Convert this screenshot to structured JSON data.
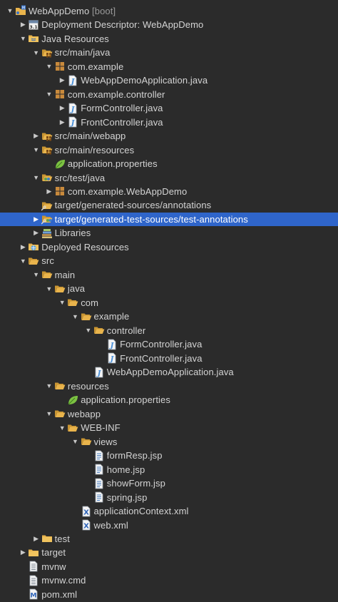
{
  "tree": [
    {
      "label": "WebAppDemo",
      "decoration": " [boot]",
      "icon": "project-icon",
      "depth": 0,
      "state": "expanded"
    },
    {
      "label": "Deployment Descriptor: WebAppDemo",
      "icon": "deployment-descriptor-icon",
      "depth": 1,
      "state": "collapsed"
    },
    {
      "label": "Java Resources",
      "icon": "java-resources-folder-icon",
      "depth": 1,
      "state": "expanded"
    },
    {
      "label": "src/main/java",
      "icon": "source-folder-icon",
      "depth": 2,
      "state": "expanded"
    },
    {
      "label": "com.example",
      "icon": "package-icon",
      "depth": 3,
      "state": "expanded"
    },
    {
      "label": "WebAppDemoApplication.java",
      "icon": "java-file-icon",
      "depth": 4,
      "state": "collapsed"
    },
    {
      "label": "com.example.controller",
      "icon": "package-icon",
      "depth": 3,
      "state": "expanded"
    },
    {
      "label": "FormController.java",
      "icon": "java-file-icon",
      "depth": 4,
      "state": "collapsed"
    },
    {
      "label": "FrontController.java",
      "icon": "java-file-icon",
      "depth": 4,
      "state": "collapsed"
    },
    {
      "label": "src/main/webapp",
      "icon": "source-folder-icon",
      "depth": 2,
      "state": "collapsed"
    },
    {
      "label": "src/main/resources",
      "icon": "source-folder-icon",
      "depth": 2,
      "state": "expanded"
    },
    {
      "label": "application.properties",
      "icon": "spring-properties-icon",
      "depth": 3,
      "state": "none"
    },
    {
      "label": "src/test/java",
      "icon": "test-source-folder-icon",
      "depth": 2,
      "state": "expanded"
    },
    {
      "label": "com.example.WebAppDemo",
      "icon": "package-icon",
      "depth": 3,
      "state": "collapsed"
    },
    {
      "label": "target/generated-sources/annotations",
      "icon": "generated-source-folder-icon",
      "depth": 2,
      "state": "none"
    },
    {
      "label": "target/generated-test-sources/test-annotations",
      "icon": "generated-test-source-folder-icon",
      "depth": 2,
      "state": "collapsed",
      "selected": true
    },
    {
      "label": "Libraries",
      "icon": "libraries-icon",
      "depth": 2,
      "state": "collapsed"
    },
    {
      "label": "Deployed Resources",
      "icon": "deployed-resources-icon",
      "depth": 1,
      "state": "collapsed"
    },
    {
      "label": "src",
      "icon": "folder-open-icon",
      "depth": 1,
      "state": "expanded"
    },
    {
      "label": "main",
      "icon": "folder-open-icon",
      "depth": 2,
      "state": "expanded"
    },
    {
      "label": "java",
      "icon": "folder-open-icon",
      "depth": 3,
      "state": "expanded"
    },
    {
      "label": "com",
      "icon": "folder-open-icon",
      "depth": 4,
      "state": "expanded"
    },
    {
      "label": "example",
      "icon": "folder-open-icon",
      "depth": 5,
      "state": "expanded"
    },
    {
      "label": "controller",
      "icon": "folder-open-icon",
      "depth": 6,
      "state": "expanded"
    },
    {
      "label": "FormController.java",
      "icon": "java-source-file-icon",
      "depth": 7,
      "state": "none"
    },
    {
      "label": "FrontController.java",
      "icon": "java-source-file-icon",
      "depth": 7,
      "state": "none"
    },
    {
      "label": "WebAppDemoApplication.java",
      "icon": "java-source-file-icon",
      "depth": 6,
      "state": "none"
    },
    {
      "label": "resources",
      "icon": "folder-open-icon",
      "depth": 3,
      "state": "expanded"
    },
    {
      "label": "application.properties",
      "icon": "spring-properties-icon",
      "depth": 4,
      "state": "none"
    },
    {
      "label": "webapp",
      "icon": "folder-open-icon",
      "depth": 3,
      "state": "expanded"
    },
    {
      "label": "WEB-INF",
      "icon": "folder-open-icon",
      "depth": 4,
      "state": "expanded"
    },
    {
      "label": "views",
      "icon": "folder-open-icon",
      "depth": 5,
      "state": "expanded"
    },
    {
      "label": "formResp.jsp",
      "icon": "jsp-file-icon",
      "depth": 6,
      "state": "none"
    },
    {
      "label": "home.jsp",
      "icon": "jsp-file-icon",
      "depth": 6,
      "state": "none"
    },
    {
      "label": "showForm.jsp",
      "icon": "jsp-file-icon",
      "depth": 6,
      "state": "none"
    },
    {
      "label": "spring.jsp",
      "icon": "jsp-file-icon",
      "depth": 6,
      "state": "none"
    },
    {
      "label": "applicationContext.xml",
      "icon": "xml-file-icon",
      "depth": 5,
      "state": "none"
    },
    {
      "label": "web.xml",
      "icon": "xml-file-icon",
      "depth": 5,
      "state": "none"
    },
    {
      "label": "test",
      "icon": "folder-icon",
      "depth": 2,
      "state": "collapsed"
    },
    {
      "label": "target",
      "icon": "folder-icon",
      "depth": 1,
      "state": "collapsed"
    },
    {
      "label": "mvnw",
      "icon": "text-file-icon",
      "depth": 1,
      "state": "none"
    },
    {
      "label": "mvnw.cmd",
      "icon": "text-file-icon",
      "depth": 1,
      "state": "none"
    },
    {
      "label": "pom.xml",
      "icon": "maven-pom-icon",
      "depth": 1,
      "state": "none"
    }
  ],
  "colors": {
    "background": "#2b2b2b",
    "selection": "#2f65ca",
    "text": "#d4d4d4",
    "folder": "#e9b44c",
    "package": "#c98a3c",
    "java": "#4a90d9",
    "spring": "#7cc242"
  }
}
